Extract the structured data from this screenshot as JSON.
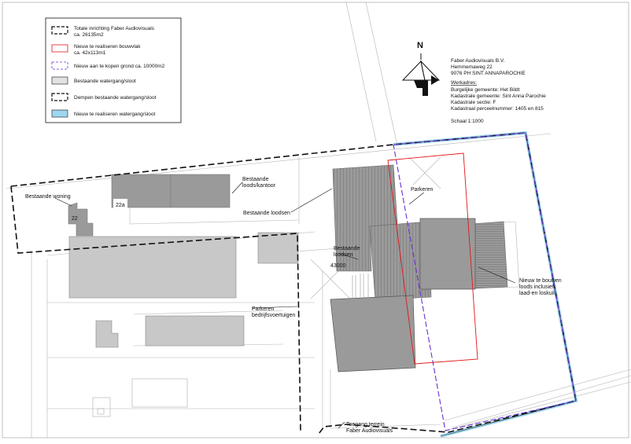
{
  "legend": {
    "items": [
      {
        "line1": "Totale inrichting Faber Audiovisuals",
        "line2": "ca. 26135m2"
      },
      {
        "line1": "Nieuw te realiseren bouwvlak",
        "line2": "ca. 42x113m1"
      },
      {
        "line1": "Nieuw aan te kopen grond ca. 10000m2",
        "line2": ""
      },
      {
        "line1": "Bestaande watergang/sloot",
        "line2": ""
      },
      {
        "line1": "Dempen bestaande watergang/sloot",
        "line2": ""
      },
      {
        "line1": "Nieuw te realiseren watergang/sloot",
        "line2": ""
      }
    ]
  },
  "north": "N",
  "info": {
    "company": "Faber Audiovisuals B.V.",
    "street": "Hemmemaweg 22",
    "city": "9076 PH  SINT ANNAPAROCHIE",
    "heading": "Werkadres:",
    "lines": [
      "Burgelijke gemeente: Het Bildt",
      "Kadastrale gemeente: Sint Anna Parochie",
      "Kadastrale sectie: F",
      "Kadastraal perceelnummer: 1405 en 815"
    ],
    "scale": "Schaal 1:1000"
  },
  "labels": {
    "woning": "Bestaande woning",
    "house_number": "22",
    "building_number": "22a",
    "loods_kantoor_1": "Bestaande",
    "loods_kantoor_2": "loods/kantoor",
    "loodsen_top": "Bestaande loodsen",
    "parkeren": "Parkeren",
    "loodsen_mid_1": "Bestaande",
    "loodsen_mid_2": "loodsen",
    "dimension": "43000",
    "nieuw_1": "Nieuw te bouwen",
    "nieuw_2": "loods inclusief",
    "nieuw_3": "laad-en loskuil",
    "parkeren_bedrijf_1": "Parkeren",
    "parkeren_bedrijf_2": "bedrijfsvoertuigen",
    "toegang_1": "Toegang terrein",
    "toegang_2": "Faber Audiovisuals"
  },
  "colors": {
    "total_boundary": "#111111",
    "new_build": "#e0161b",
    "new_ground": "#6a2fd0",
    "water_new": "#9fd6ef",
    "building_dark": "#9a9a9a",
    "building_light": "#c8c8c8"
  }
}
